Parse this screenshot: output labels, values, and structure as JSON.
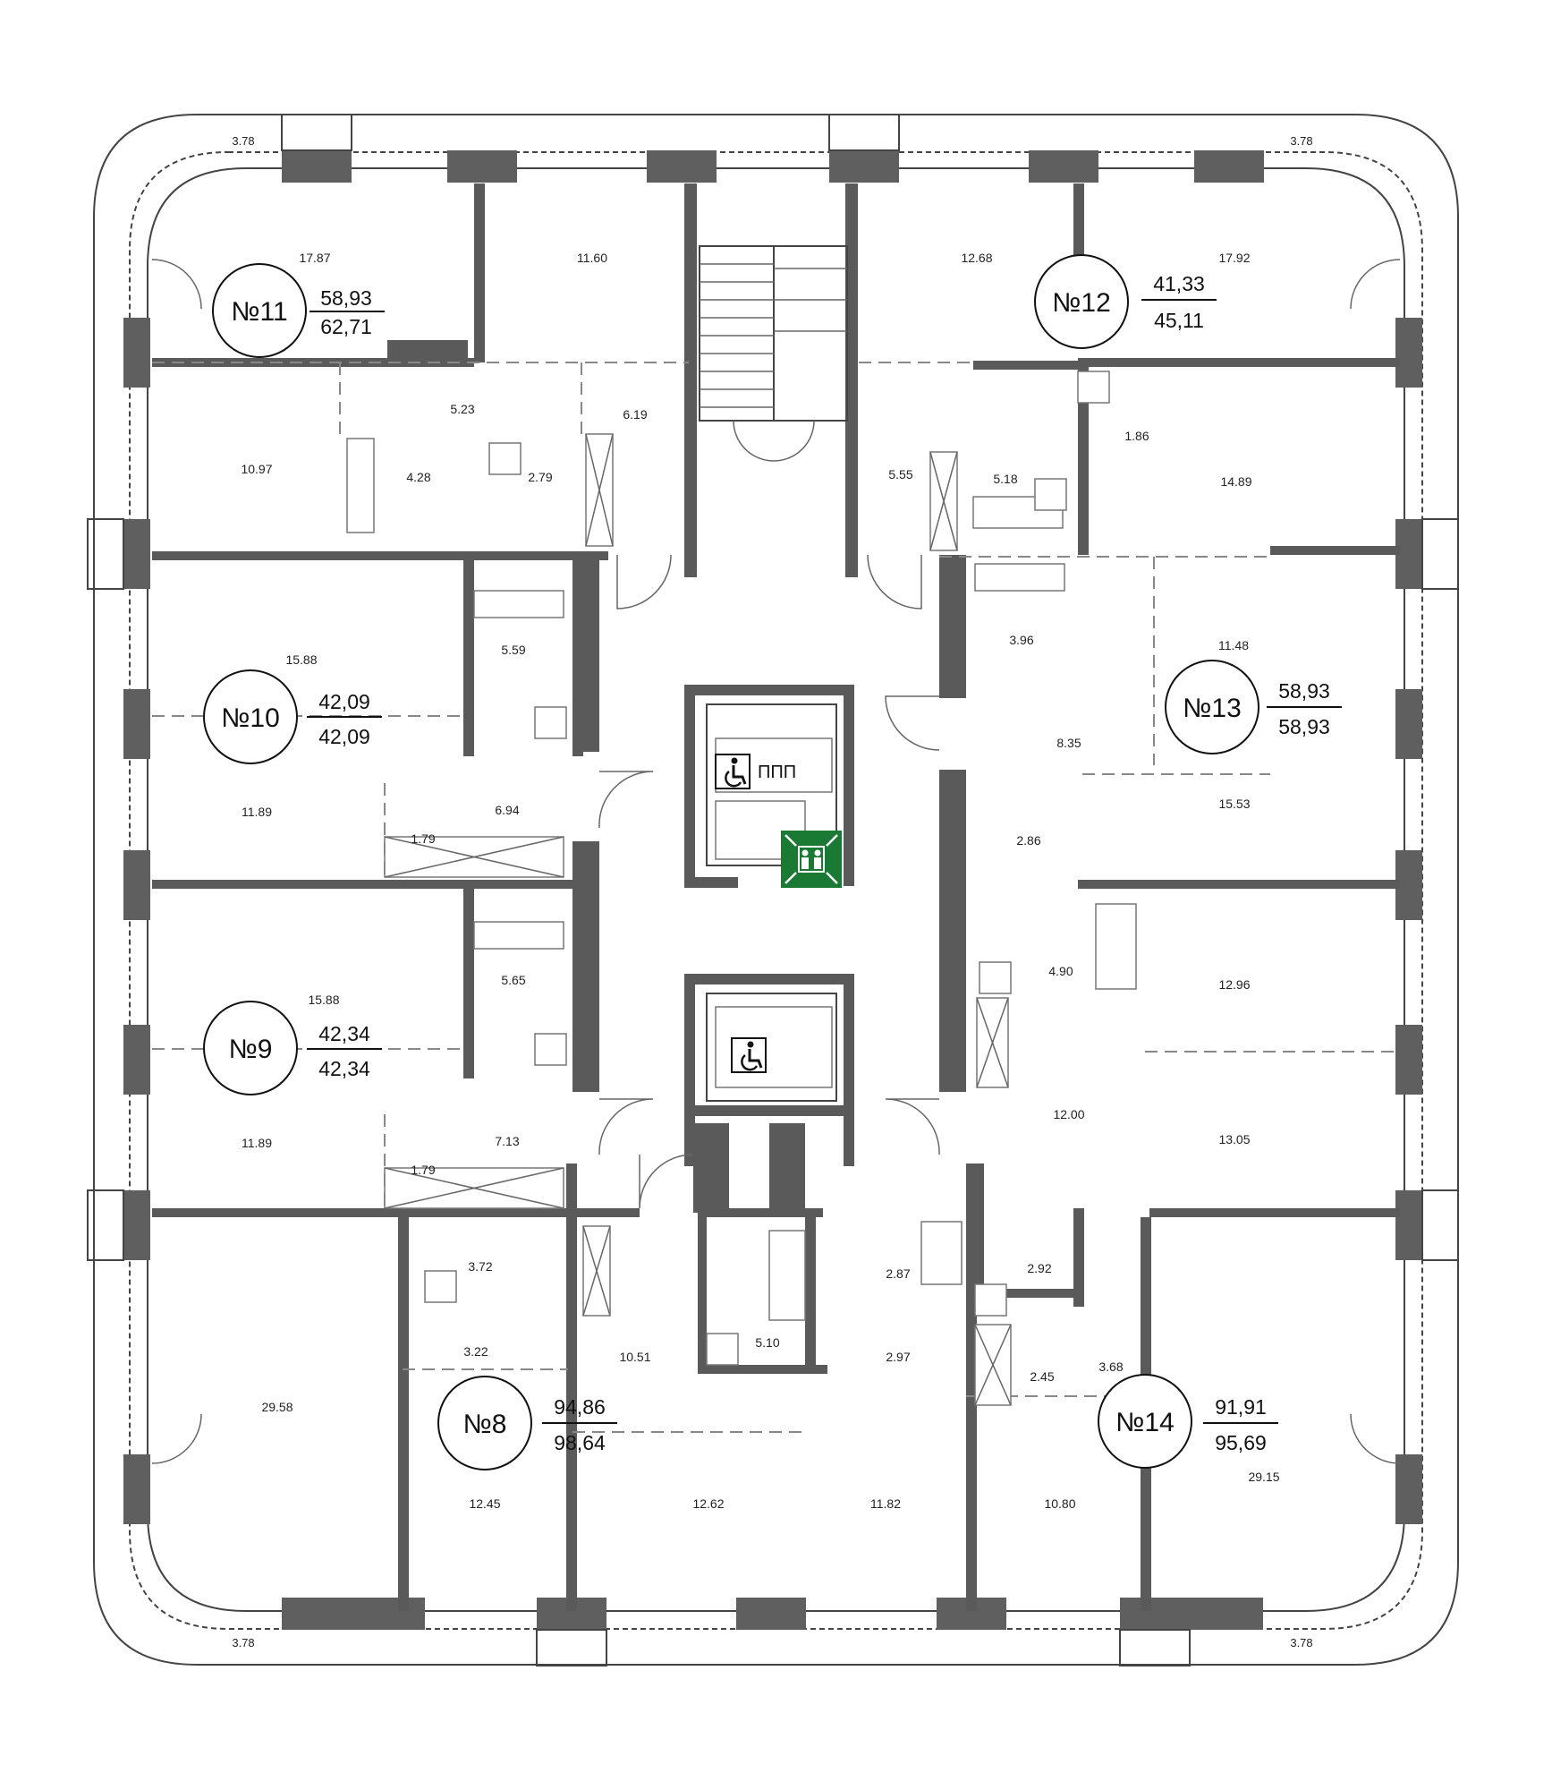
{
  "colors": {
    "wall": "#5a5a5a",
    "line": "#444444",
    "evac_sign": "#1a7a34"
  },
  "corner_dims": [
    "3.78",
    "3.78",
    "3.78",
    "3.78"
  ],
  "lift_label": "ППП",
  "apartments": [
    {
      "number": "№11",
      "area_living": "58,93",
      "area_total": "62,71"
    },
    {
      "number": "№12",
      "area_living": "41,33",
      "area_total": "45,11"
    },
    {
      "number": "№10",
      "area_living": "42,09",
      "area_total": "42,09"
    },
    {
      "number": "№13",
      "area_living": "58,93",
      "area_total": "58,93"
    },
    {
      "number": "№9",
      "area_living": "42,34",
      "area_total": "42,34"
    },
    {
      "number": "№8",
      "area_living": "94,86",
      "area_total": "98,64"
    },
    {
      "number": "№14",
      "area_living": "91,91",
      "area_total": "95,69"
    }
  ],
  "room_areas": [
    "17.87",
    "11.60",
    "12.68",
    "17.92",
    "5.23",
    "6.19",
    "10.97",
    "4.28",
    "2.79",
    "5.55",
    "5.18",
    "1.86",
    "14.89",
    "15.88",
    "5.59",
    "11.89",
    "6.94",
    "1.79",
    "3.96",
    "11.48",
    "8.35",
    "2.86",
    "15.53",
    "15.88",
    "5.65",
    "11.89",
    "7.13",
    "1.79",
    "4.90",
    "12.96",
    "12.00",
    "13.05",
    "3.72",
    "3.22",
    "10.51",
    "29.58",
    "2.87",
    "2.97",
    "5.10",
    "2.92",
    "2.45",
    "3.68",
    "12.45",
    "12.62",
    "11.82",
    "10.80",
    "29.15"
  ]
}
